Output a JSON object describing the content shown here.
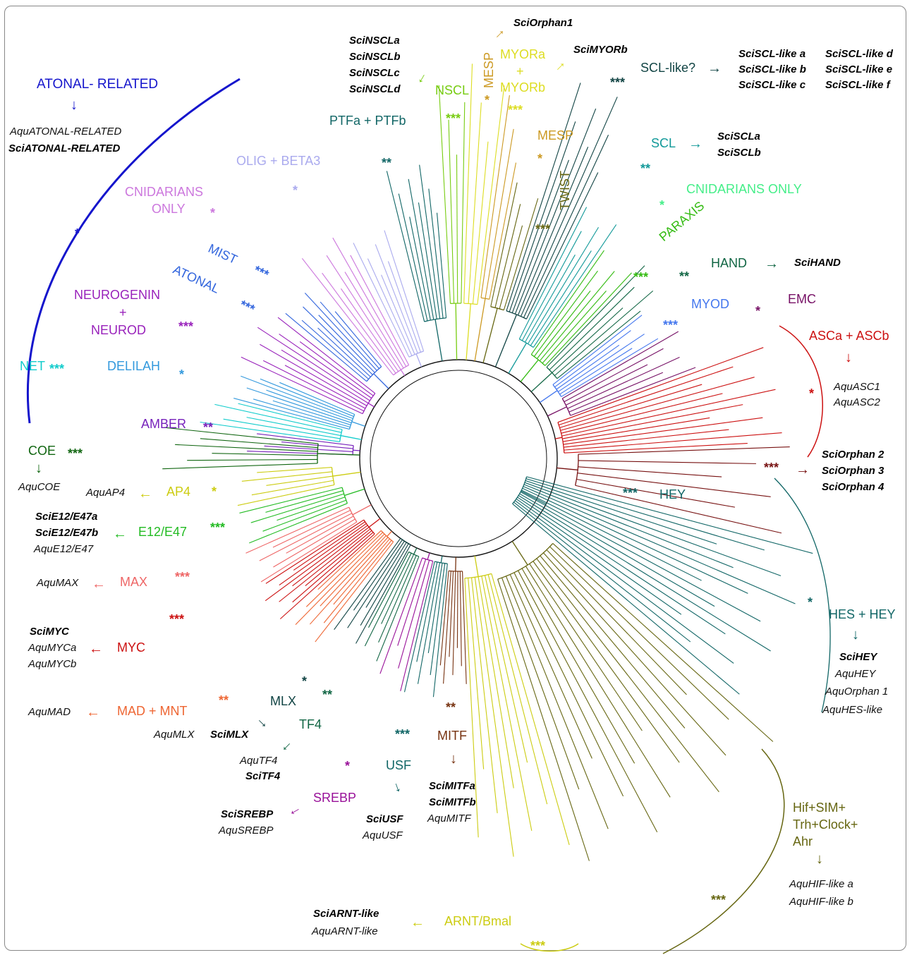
{
  "clades": {
    "atonal_related": {
      "name": "ATONAL- RELATED",
      "color": "#1515cc",
      "support": "*",
      "genes": [
        "AquATONAL-RELATED"
      ],
      "genes_bold": [
        "SciATONAL-RELATED"
      ]
    },
    "cnidarians_only_a": {
      "name_l1": "CNIDARIANS",
      "name_l2": "ONLY",
      "color": "#cc77dd",
      "support": "*"
    },
    "olig_beta3": {
      "name": "OLIG + BETA3",
      "color": "#aaaaee",
      "support": "*"
    },
    "mist": {
      "name": "MIST",
      "color": "#3366dd",
      "support": "***"
    },
    "atonal": {
      "name": "ATONAL",
      "color": "#3366dd",
      "support": "***"
    },
    "neurogenin": {
      "name_l1": "NEUROGENIN",
      "name_l2": "+",
      "name_l3": "NEUROD",
      "color": "#9922bb",
      "support": "***"
    },
    "delilah": {
      "name": "DELILAH",
      "color": "#3399dd",
      "support": "*"
    },
    "net": {
      "name": "NET",
      "color": "#11cccc",
      "support": "***"
    },
    "amber": {
      "name": "AMBER",
      "color": "#7722bb",
      "support": "**"
    },
    "coe": {
      "name": "COE",
      "color": "#116611",
      "support": "***",
      "genes": [
        "AquCOE"
      ]
    },
    "ap4": {
      "name": "AP4",
      "color": "#cccc11",
      "support": "*",
      "genes": [
        "AquAP4"
      ]
    },
    "e12_e47": {
      "name": "E12/E47",
      "color": "#22bb22",
      "support": "***",
      "genes_bold": [
        "SciE12/E47a",
        "SciE12/E47b"
      ],
      "genes": [
        "AquE12/E47"
      ]
    },
    "max": {
      "name": "MAX",
      "color": "#ee6666",
      "support": "***",
      "genes": [
        "AquMAX"
      ]
    },
    "myc": {
      "name": "MYC",
      "color": "#cc1111",
      "support": "***",
      "genes_bold": [
        "SciMYC"
      ],
      "genes": [
        "AquMYCa",
        "AquMYCb"
      ]
    },
    "mad_mnt": {
      "name": "MAD + MNT",
      "color": "#ee6633",
      "support": "**",
      "genes": [
        "AquMAD"
      ]
    },
    "mlx": {
      "name": "MLX",
      "color": "#114444",
      "support": "*",
      "genes": [
        "AquMLX"
      ],
      "genes_bold": [
        "SciMLX"
      ]
    },
    "tf4": {
      "name": "TF4",
      "color": "#116644",
      "support": "**",
      "genes": [
        "AquTF4"
      ],
      "genes_bold": [
        "SciTF4"
      ]
    },
    "srebp": {
      "name": "SREBP",
      "color": "#991199",
      "support": "*",
      "genes_bold": [
        "SciSREBP"
      ],
      "genes": [
        "AquSREBP"
      ]
    },
    "usf": {
      "name": "USF",
      "color": "#116666",
      "support": "***",
      "genes_bold": [
        "SciUSF"
      ],
      "genes": [
        "AquUSF"
      ]
    },
    "mitf": {
      "name": "MITF",
      "color": "#773311",
      "support": "**",
      "genes_bold": [
        "SciMITFa",
        "SciMITFb"
      ],
      "genes": [
        "AquMITF"
      ]
    },
    "arnt": {
      "name": "ARNT/Bmal",
      "color": "#cccc11",
      "support": "***",
      "genes_bold": [
        "SciARNT-like"
      ],
      "genes": [
        "AquARNT-like"
      ]
    },
    "hif": {
      "name_l1": "Hif+SIM+",
      "name_l2": "Trh+Clock+",
      "name_l3": "Ahr",
      "color": "#666611",
      "support": "***",
      "genes": [
        "AquHIF-like a",
        "AquHIF-like b"
      ]
    },
    "hes_hey": {
      "name": "HES + HEY",
      "color": "#116666",
      "support": "*",
      "genes_bold": [
        "SciHEY"
      ],
      "genes": [
        "AquHEY",
        "AquOrphan 1",
        "AquHES-like"
      ]
    },
    "hey": {
      "name": "HEY",
      "color": "#116666",
      "support": "***"
    },
    "orphans": {
      "color": "#771111",
      "support": "***",
      "genes_bold": [
        "SciOrphan 2",
        "SciOrphan 3",
        "SciOrphan 4"
      ]
    },
    "asc": {
      "name": "ASCa + ASCb",
      "color": "#cc1111",
      "support": "*",
      "genes": [
        "AquASC1",
        "AquASC2"
      ]
    },
    "emc": {
      "name": "EMC",
      "color": "#771166",
      "support": "*"
    },
    "myod": {
      "name": "MYOD",
      "color": "#4477ee",
      "support": "***"
    },
    "hand": {
      "name": "HAND",
      "color": "#116644",
      "support": "**",
      "genes_bold": [
        "SciHAND"
      ]
    },
    "paraxis": {
      "name": "PARAXIS",
      "color": "#33bb11",
      "support": "***"
    },
    "cnidarians_only_b": {
      "name": "CNIDARIANS ONLY",
      "color": "#44ee88",
      "support": "*"
    },
    "scl": {
      "name": "SCL",
      "color": "#119999",
      "support": "**",
      "genes_bold": [
        "SciSCLa",
        "SciSCLb"
      ]
    },
    "scl_like": {
      "name": "SCL-like?",
      "color": "#114444",
      "support": "***",
      "genes_bold": [
        "SciSCL-like a",
        "SciSCL-like b",
        "SciSCL-like c",
        "SciSCL-like d",
        "SciSCL-like e",
        "SciSCL-like f"
      ]
    },
    "twist": {
      "name": "TWIST",
      "color": "#666611",
      "support": "***"
    },
    "mesp": {
      "name": "MESP",
      "color": "#cc9922",
      "support": "*"
    },
    "mesp_top": {
      "name": "MESP",
      "color": "#cc9922",
      "support": "*",
      "genes_bold": [
        "SciOrphan1"
      ]
    },
    "myor": {
      "name_l1": "MYORa",
      "name_l2": "+",
      "name_l3": "MYORb",
      "color": "#dddd22",
      "support": "***",
      "genes_bold": [
        "SciMYORb"
      ]
    },
    "nscl": {
      "name": "NSCL",
      "color": "#77cc11",
      "support": "***",
      "genes_bold": [
        "SciNSCLa",
        "SciNSCLb",
        "SciNSCLc",
        "SciNSCLd"
      ]
    },
    "ptf": {
      "name": "PTFa + PTFb",
      "color": "#116666",
      "support": "**"
    }
  }
}
